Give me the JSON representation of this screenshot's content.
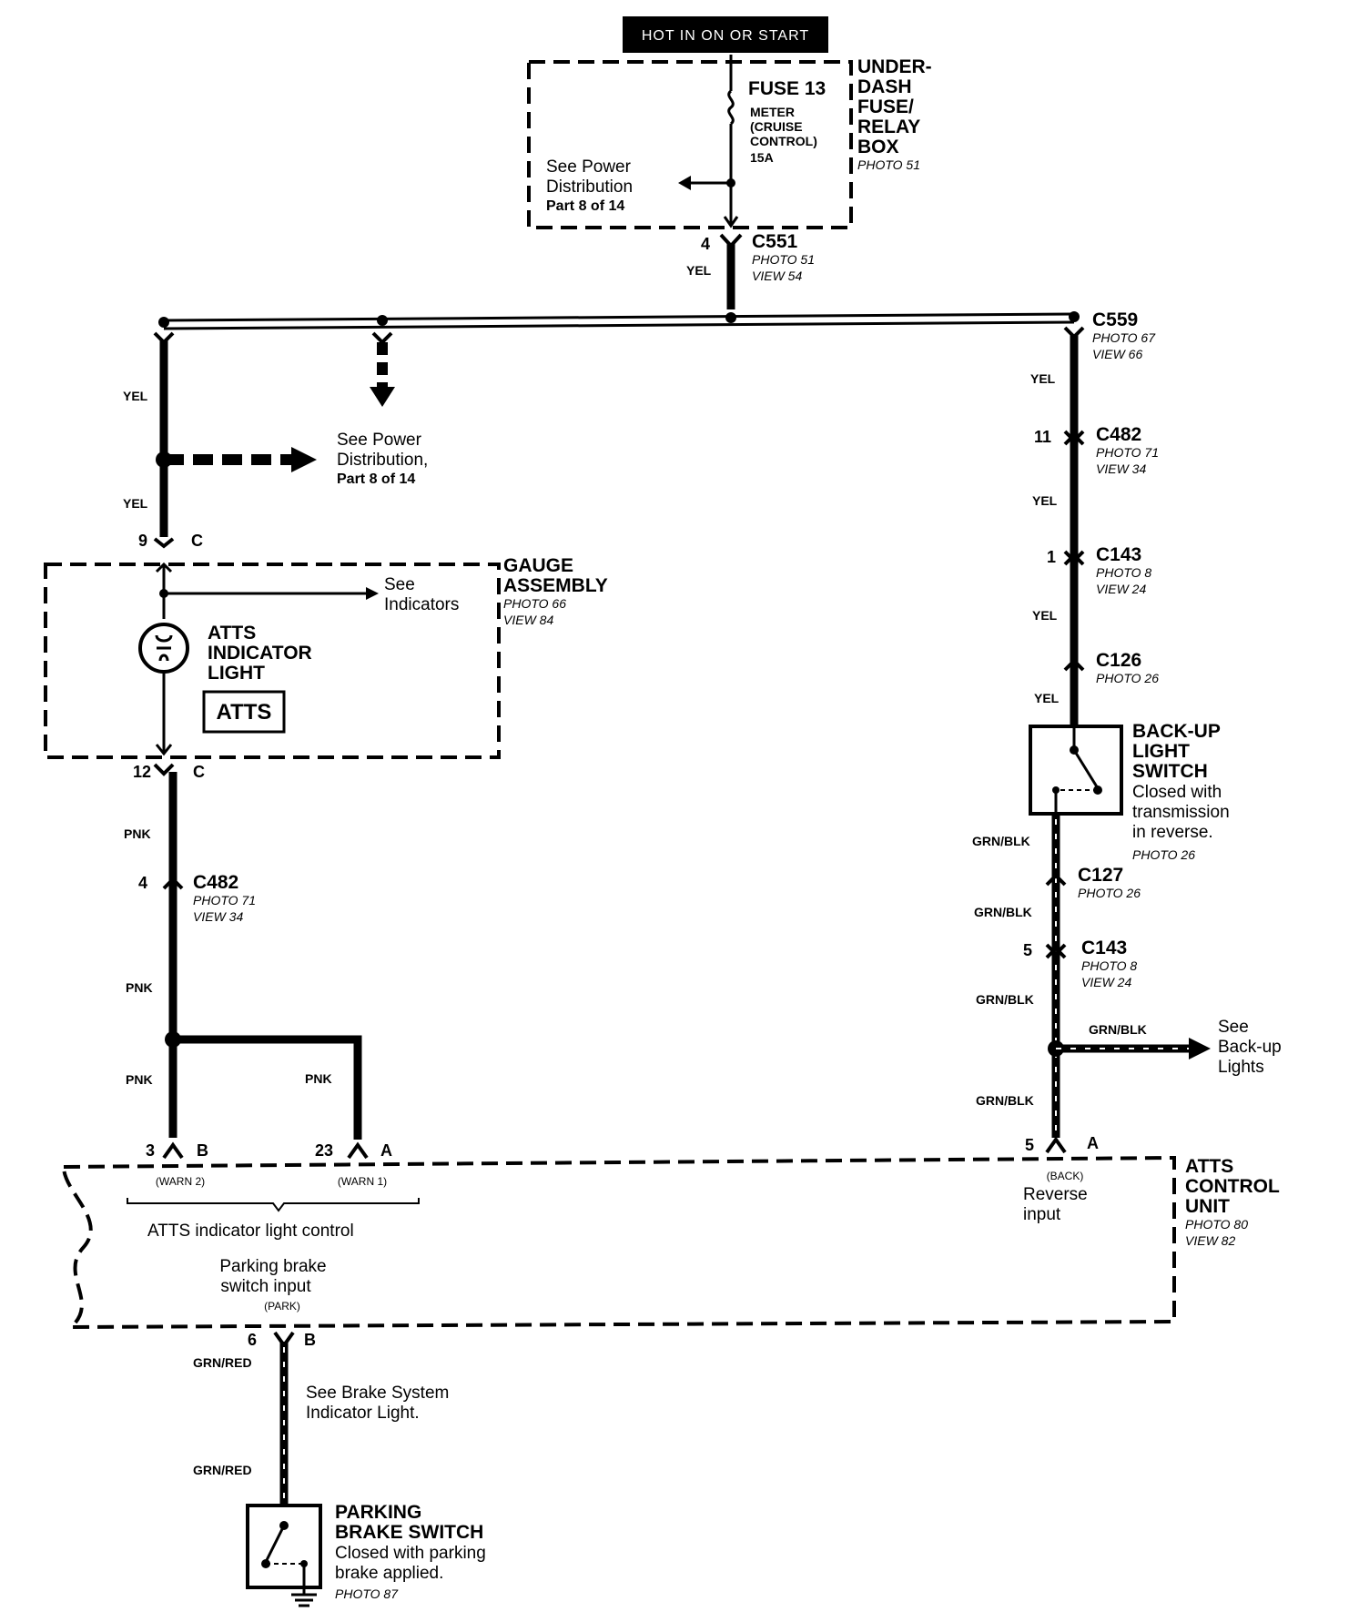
{
  "header": {
    "hot_label": "HOT IN ON OR START"
  },
  "fuse_box": {
    "fuse_label": "FUSE 13",
    "fuse_desc": [
      "METER",
      "(CRUISE",
      "CONTROL)",
      "15A"
    ],
    "name_lines": [
      "UNDER-",
      "DASH",
      "FUSE/",
      "RELAY",
      "BOX"
    ],
    "photo": "PHOTO 51",
    "see_power": [
      "See Power",
      "Distribution",
      "Part 8 of 14"
    ]
  },
  "c551": {
    "pin": "4",
    "name": "C551",
    "photo": "PHOTO 51",
    "view": "VIEW 54",
    "wire": "YEL"
  },
  "c559": {
    "name": "C559",
    "photo": "PHOTO 67",
    "view": "VIEW 66"
  },
  "left_branch": {
    "wire_upper": "YEL",
    "wire_lower": "YEL",
    "see_power": [
      "See Power",
      "Distribution,",
      "Part 8 of 14"
    ]
  },
  "gauge": {
    "pin_top": "9",
    "letter_top": "C",
    "pin_bottom": "12",
    "letter_bottom": "C",
    "name_lines": [
      "GAUGE",
      "ASSEMBLY"
    ],
    "photo": "PHOTO 66",
    "view": "VIEW 84",
    "see_indicators": [
      "See",
      "Indicators"
    ],
    "light_lines": [
      "ATTS",
      "INDICATOR",
      "LIGHT"
    ],
    "badge": "ATTS"
  },
  "left_c482": {
    "pin": "4",
    "name": "C482",
    "photo": "PHOTO 71",
    "view": "VIEW 34"
  },
  "left_wires": {
    "pnk1": "PNK",
    "pnk2": "PNK",
    "pnk3": "PNK",
    "pnk4": "PNK"
  },
  "right_chain": {
    "yel1": "YEL",
    "c482": {
      "pin": "11",
      "name": "C482",
      "photo": "PHOTO 71",
      "view": "VIEW 34"
    },
    "yel2": "YEL",
    "c143": {
      "pin": "1",
      "name": "C143",
      "photo": "PHOTO 8",
      "view": "VIEW 24"
    },
    "yel3": "YEL",
    "c126": {
      "name": "C126",
      "photo": "PHOTO 26"
    },
    "yel4": "YEL"
  },
  "backup_switch": {
    "name_lines": [
      "BACK-UP",
      "LIGHT",
      "SWITCH"
    ],
    "desc_lines": [
      "Closed with",
      "transmission",
      "in reverse."
    ],
    "photo": "PHOTO 26"
  },
  "right_lower": {
    "grn1": "GRN/BLK",
    "c127": {
      "name": "C127",
      "photo": "PHOTO 26"
    },
    "grn2": "GRN/BLK",
    "c143": {
      "pin": "5",
      "name": "C143",
      "photo": "PHOTO 8",
      "view": "VIEW 24"
    },
    "grn3": "GRN/BLK",
    "grn_branch": "GRN/BLK",
    "see_backup": [
      "See",
      "Back-up",
      "Lights"
    ],
    "grn4": "GRN/BLK"
  },
  "control_unit": {
    "pin_b": "3",
    "letter_b": "B",
    "pin_a": "23",
    "letter_a": "A",
    "pin_back": "5",
    "letter_back": "A",
    "warn2": "(WARN 2)",
    "warn1": "(WARN 1)",
    "back": "(BACK)",
    "reverse_lines": [
      "Reverse",
      "input"
    ],
    "indicator_control": "ATTS indicator light control",
    "parking_lines": [
      "Parking brake",
      "switch input"
    ],
    "park": "(PARK)",
    "name_lines": [
      "ATTS",
      "CONTROL",
      "UNIT"
    ],
    "photo": "PHOTO 80",
    "view": "VIEW 82",
    "pin_park": "6",
    "letter_park": "B"
  },
  "brake": {
    "wire1": "GRN/RED",
    "see_lines": [
      "See Brake System",
      "Indicator Light."
    ],
    "wire2": "GRN/RED",
    "name_lines": [
      "PARKING",
      "BRAKE SWITCH"
    ],
    "desc_lines": [
      "Closed with parking",
      "brake applied."
    ],
    "photo": "PHOTO 87"
  }
}
